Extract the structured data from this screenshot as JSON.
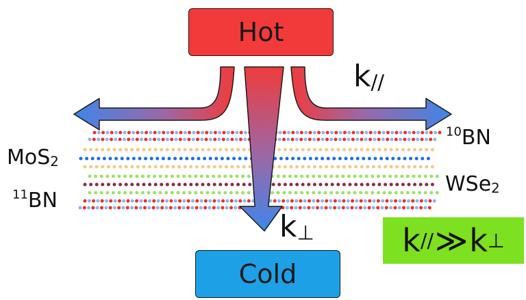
{
  "boxes": {
    "hot": "Hot",
    "cold": "Cold"
  },
  "labels": {
    "k_parallel": {
      "base": "k",
      "sub": "//"
    },
    "k_perp": {
      "base": "k",
      "sub": "⊥"
    },
    "mos2": {
      "base": "MoS",
      "sub": "2"
    },
    "wse2": {
      "base": "WSe",
      "sub": "2"
    },
    "bn10": {
      "sup": "10",
      "base": "BN"
    },
    "bn11": {
      "sup": "11",
      "base": "BN"
    }
  },
  "relation": {
    "left": "k",
    "left_sub": "//",
    "op": "≫",
    "right": "k",
    "right_sub": "⊥"
  },
  "colors": {
    "hot": "#f23a3a",
    "cold": "#1ea0e6",
    "relation_bg": "#7de020",
    "bn_blue": "#8fb3ef",
    "bn_red": "#e8302a",
    "mos2_blue": "#1a6fe0",
    "mos2_peach": "#f5c98a",
    "wse2_green": "#9fe06a",
    "wse2_maroon": "#8a2a4a"
  }
}
